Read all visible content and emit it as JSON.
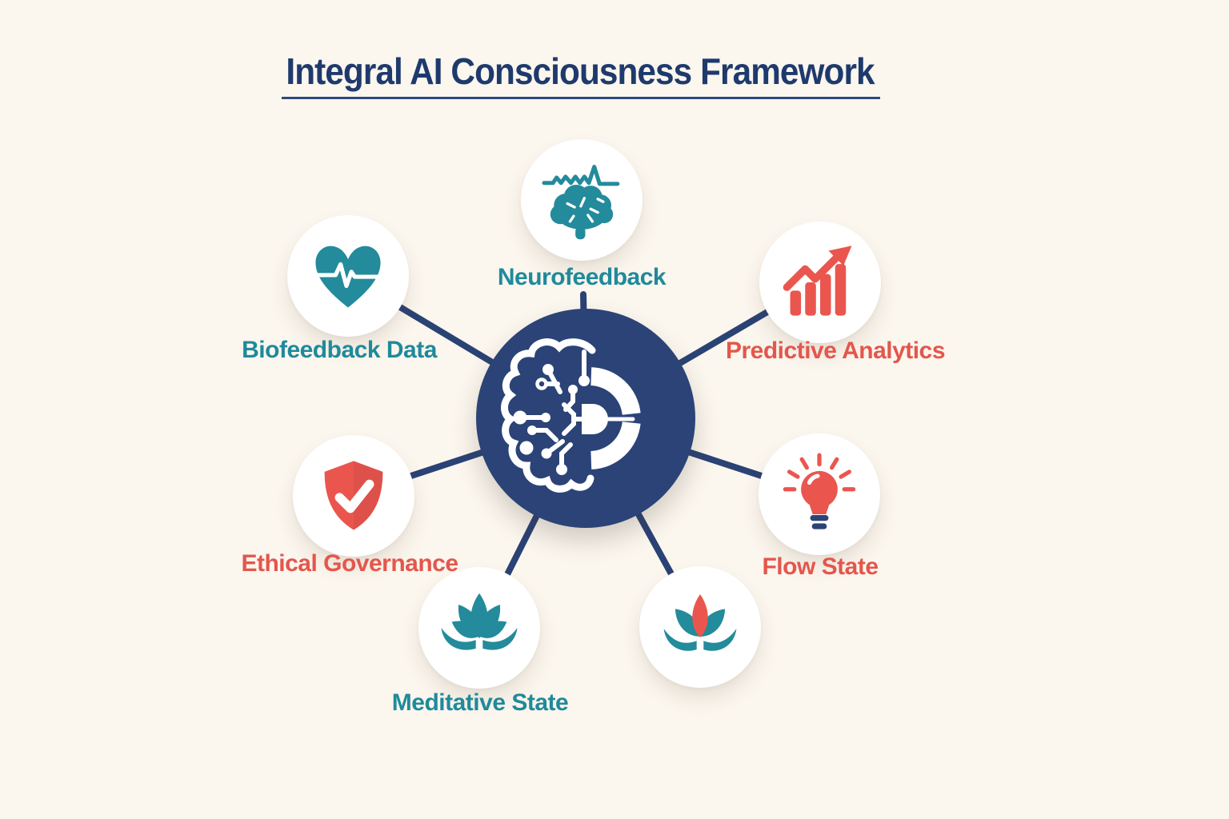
{
  "title": {
    "text": "Integral AI Consciousness Framework"
  },
  "palette": {
    "background": "#fbf6ee",
    "navy": "#2b4377",
    "connector": "#2a4274",
    "teal": "#1f8a9b",
    "coral": "#e4564c",
    "title_color": "#1e3a6d",
    "node_background": "#ffffff"
  },
  "hub": {
    "icon": "brain-circuit-chip-icon"
  },
  "nodes": [
    {
      "id": "neurofeedback",
      "label": "Neurofeedback",
      "icon": "brain-eeg-icon",
      "label_color": "#1f8a9b"
    },
    {
      "id": "biofeedback-data",
      "label": "Biofeedback Data",
      "icon": "heart-pulse-icon",
      "label_color": "#1f8a9b"
    },
    {
      "id": "predictive-analytics",
      "label": "Predictive Analytics",
      "icon": "growth-chart-icon",
      "label_color": "#e4564c"
    },
    {
      "id": "ethical-governance",
      "label": "Ethical Governance",
      "icon": "shield-check-icon",
      "label_color": "#e4564c"
    },
    {
      "id": "flow-state",
      "label": "Flow State",
      "icon": "lightbulb-icon",
      "label_color": "#e4564c"
    },
    {
      "id": "meditative-state",
      "label": "Meditative State",
      "icon": "lotus-icon",
      "label_color": "#1f8a9b"
    },
    {
      "id": "lotus-accent",
      "label": "",
      "icon": "lotus-two-tone-icon",
      "label_color": ""
    }
  ]
}
